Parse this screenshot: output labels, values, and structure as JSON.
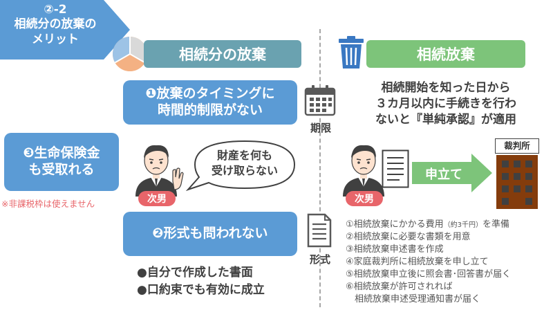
{
  "section_tag": {
    "line1": "②-2",
    "line2": "相続分の放棄の",
    "line3": "メリット"
  },
  "left_header": "相続分の放棄",
  "right_header": "相続放棄",
  "point1": {
    "line1": "❶放棄のタイミングに",
    "line2": "時間的制限がない"
  },
  "calendar_label": "期限",
  "right_timing": {
    "line1": "相続開始を知った日から",
    "line2": "３カ月以内に手続きを行わ",
    "line3": "ないと『単純承認』が適用"
  },
  "point3": {
    "line1": "❸生命保険金",
    "line2": "も受取れる"
  },
  "note": "※非課税枠は使えません",
  "speech": {
    "line1": "財産を何も",
    "line2": "受け取らない"
  },
  "person_left_label": "次男",
  "person_right_label": "次男",
  "court_label": "裁判所",
  "petition_label": "申立て",
  "point2": "❷形式も問われない",
  "form_label": "形式",
  "bullets": [
    "●自分で作成した書面",
    "●口約束でも有効に成立"
  ],
  "steps": [
    {
      "main": "①相続放棄にかかる費用",
      "small": "（約3千円）",
      "tail": "を準備"
    },
    {
      "main": "②相続放棄に必要な書類を用意",
      "small": "",
      "tail": ""
    },
    {
      "main": "③相続放棄申述書を作成",
      "small": "",
      "tail": ""
    },
    {
      "main": "④家庭裁判所に相続放棄を申し立て",
      "small": "",
      "tail": ""
    },
    {
      "main": "⑤相続放棄申立後に照会書･回答書が届く",
      "small": "",
      "tail": ""
    },
    {
      "main": "⑥相続放棄が許可されれば",
      "small": "",
      "tail": ""
    },
    {
      "main": "　相続放棄申述受理通知書が届く",
      "small": "",
      "tail": ""
    }
  ],
  "colors": {
    "blue": "#5b9bd5",
    "teal": "#6aa2b0",
    "green": "#7dc47a",
    "red": "#e8656a",
    "gray": "#595959"
  }
}
